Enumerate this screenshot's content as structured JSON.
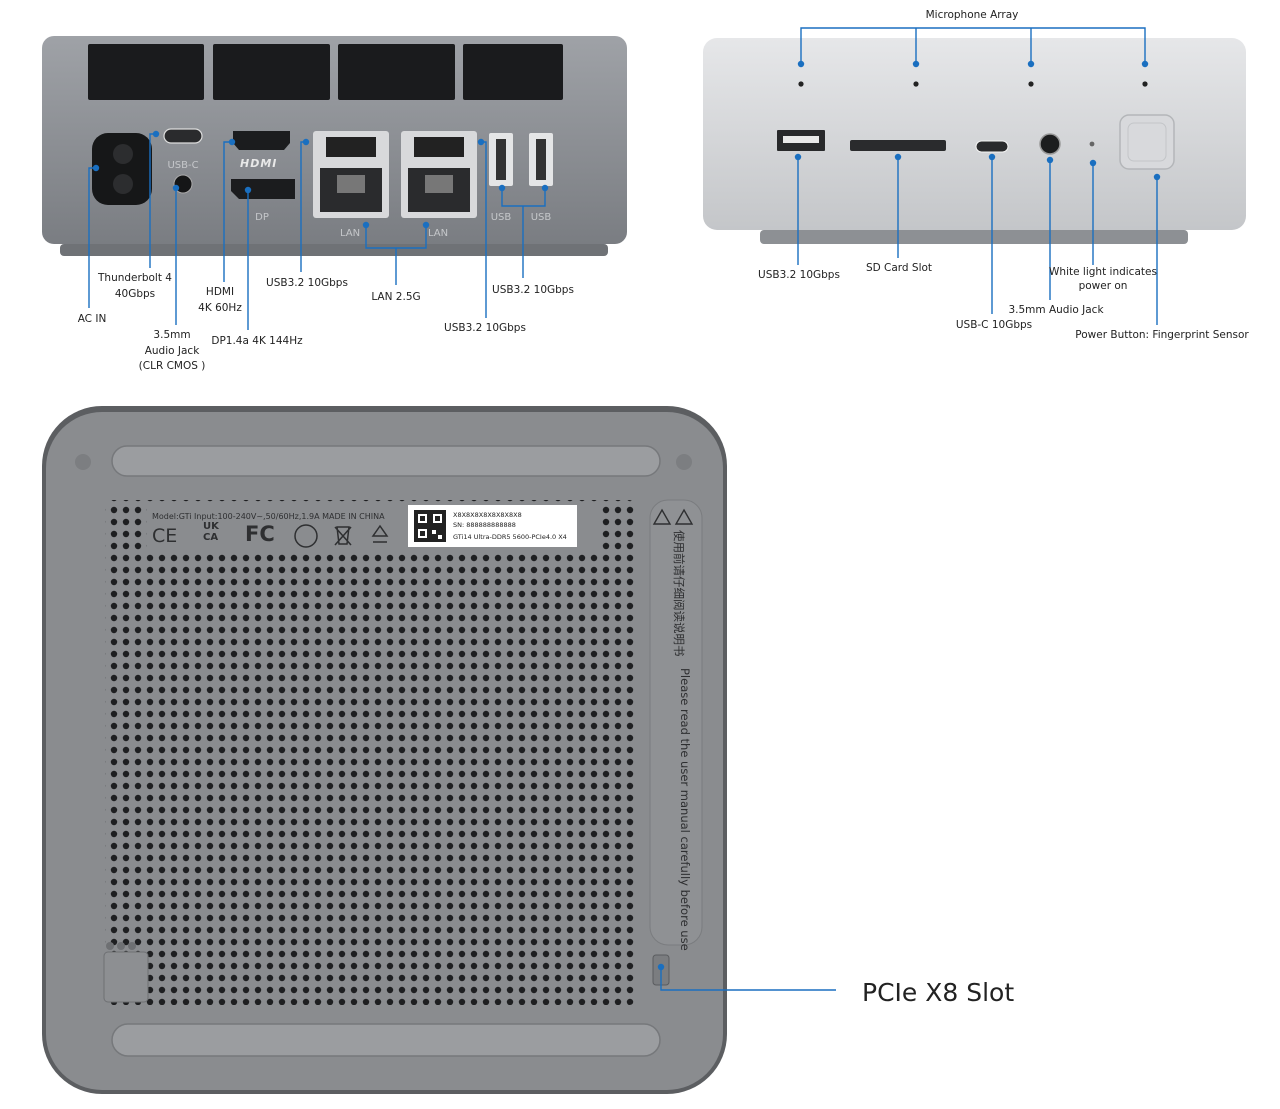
{
  "back_panel": {
    "port_marks": {
      "usb_c": "USB-C",
      "hdmi": "HDMI",
      "dp": "DP",
      "lan_left": "LAN",
      "lan_right": "LAN",
      "usb_left": "USB",
      "usb_right": "USB"
    },
    "callouts": {
      "ac_in": "AC IN",
      "thunderbolt_line1": "Thunderbolt 4",
      "thunderbolt_line2": "40Gbps",
      "audio_line1": "3.5mm",
      "audio_line2": "Audio Jack",
      "audio_line3": "(CLR CMOS )",
      "hdmi_line1": "HDMI",
      "hdmi_line2": "4K 60Hz",
      "dp": "DP1.4a 4K 144Hz",
      "usb_a_top": "USB3.2 10Gbps",
      "lan": "LAN 2.5G",
      "usb_a_right_top": "USB3.2 10Gbps",
      "usb_a_vertical": "USB3.2 10Gbps"
    }
  },
  "front_panel": {
    "callouts": {
      "mic_array": "Microphone Array",
      "usb_a": "USB3.2 10Gbps",
      "sd_card": "SD Card Slot",
      "usb_c": "USB-C 10Gbps",
      "audio": "3.5mm Audio Jack",
      "power_light_line1": "White light indicates",
      "power_light_line2": "power on",
      "power_button": "Power Button: Fingerprint Sensor"
    }
  },
  "bottom_panel": {
    "specs": "Model:GTi   Input:100-240V~,50/60Hz,1.9A   MADE IN CHINA",
    "cert_marks": [
      "CE",
      "UK CA",
      "FC"
    ],
    "label": {
      "serial": "X8X8X8X8X8X8X8X8",
      "sn": "SN: 888888888888",
      "model": "GTi14 Ultra-DDR5 5600-PCIe4.0 X4"
    },
    "warning_cn": "使用前请仔细阅读说明书",
    "warning_en": "Please read the user manual carefully before use",
    "pcie_label": "PCIe X8 Slot"
  },
  "colors": {
    "callout_line": "#1a6fc0",
    "chassis": "#8e9196",
    "silver": "#d4d6d9"
  }
}
